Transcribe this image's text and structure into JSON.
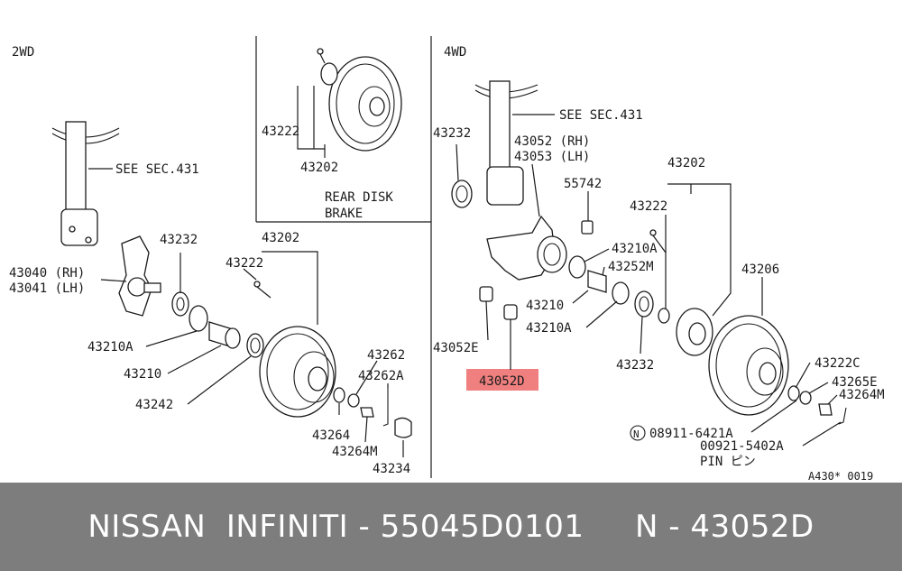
{
  "sections": {
    "two_wd": "2WD",
    "four_wd": "4WD",
    "rear_disk_1": "REAR DISK",
    "rear_disk_2": "BRAKE"
  },
  "labels": {
    "see_sec_431_left": "SEE SEC.431",
    "see_sec_431_right": "SEE SEC.431",
    "p43040": "43040 (RH)",
    "p43041": "43041 (LH)",
    "p43232_left": "43232",
    "p43210A_left": "43210A",
    "p43210_left": "43210",
    "p43242": "43242",
    "p43202_left": "43202",
    "p43222_left": "43222",
    "p43262": "43262",
    "p43262A": "43262A",
    "p43264_left": "43264",
    "p43264M_left": "43264M",
    "p43234": "43234",
    "p43222_rear": "43222",
    "p43202_rear": "43202",
    "p43232_right": "43232",
    "p43052": "43052 (RH)",
    "p43053": "43053 (LH)",
    "p55742": "55742",
    "p43202_right": "43202",
    "p43222_right": "43222",
    "p43210A_right_1": "43210A",
    "p43252M": "43252M",
    "p43210_right": "43210",
    "p43210A_right_2": "43210A",
    "p43052E": "43052E",
    "p43052D": "43052D",
    "p43232_right_2": "43232",
    "p43206": "43206",
    "p43222C": "43222C",
    "p43265E": "43265E",
    "p43264M_right": "43264M",
    "n_circle": "N",
    "p08911": "08911-6421A",
    "p00921": "00921-5402A",
    "pin": "PIN ピン",
    "ref_code": "A430* 0019"
  },
  "highlight": {
    "part": "43052D",
    "color": "#f08080"
  },
  "footer": {
    "text": "NISSAN  INFINITI - 55045D0101     N - 43052D",
    "background": "#7d7d7d"
  }
}
